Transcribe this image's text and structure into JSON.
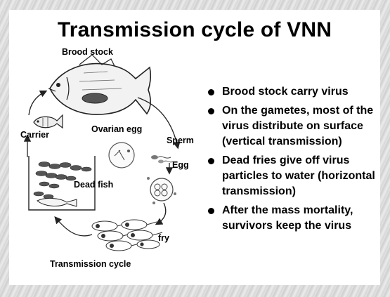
{
  "title": "Transmission cycle of VNN",
  "labels": {
    "brood_stock": "Brood stock",
    "carrier": "Carrier",
    "ovarian_egg": "Ovarian egg",
    "sperm": "Sperm",
    "egg": "Egg",
    "dead_fish": "Dead fish",
    "fry": "fry",
    "cycle": "Transmission cycle"
  },
  "bullets": [
    "Brood stock carry virus",
    "On the gametes, most of the virus distribute on surface (vertical transmission)",
    "Dead fries give off virus particles to water (horizontal transmission)",
    "After the mass mortality, survivors keep the virus"
  ]
}
